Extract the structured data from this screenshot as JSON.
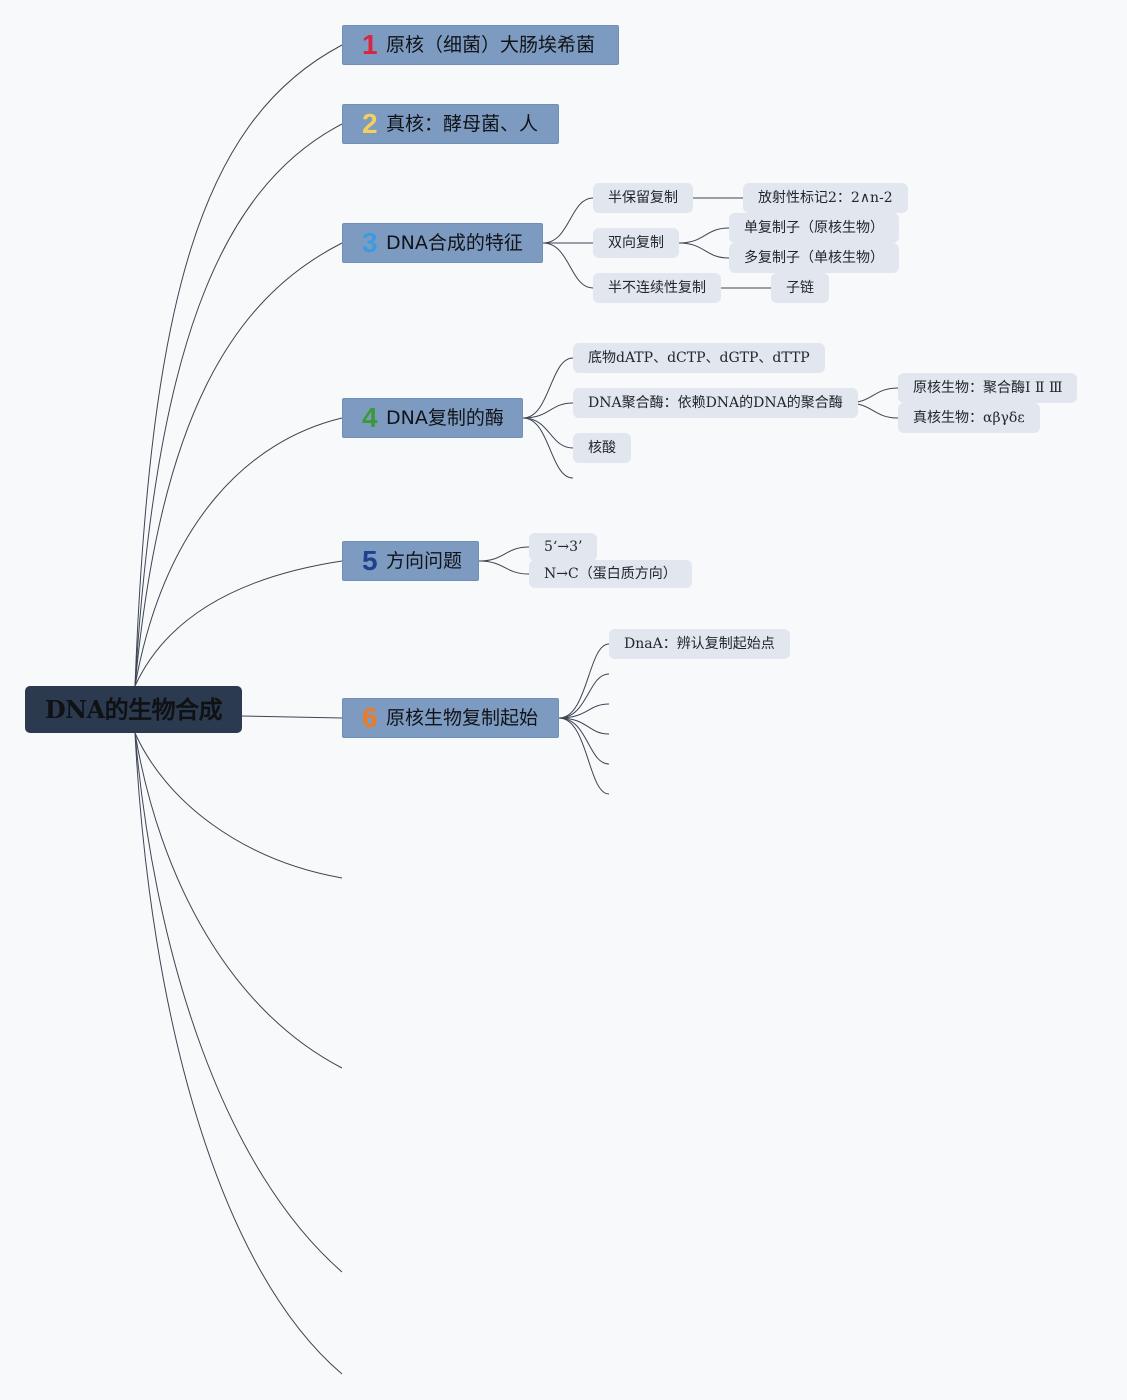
{
  "root": {
    "label": "DNA的生物合成"
  },
  "branches": [
    {
      "number": "1",
      "number_color": "#d7263d",
      "label": "原核（细菌）大肠埃希菌"
    },
    {
      "number": "2",
      "number_color": "#f2d15a",
      "label": "真核：酵母菌、人"
    },
    {
      "number": "3",
      "number_color": "#3d9be0",
      "label": "DNA合成的特征"
    },
    {
      "number": "4",
      "number_color": "#3a9a3a",
      "label": "DNA复制的酶"
    },
    {
      "number": "5",
      "number_color": "#1f3f8f",
      "label": "方向问题"
    },
    {
      "number": "6",
      "number_color": "#f07a22",
      "label": "原核生物复制起始"
    }
  ],
  "features": {
    "semi_conservative": "半保留复制",
    "radioactive_label": "放射性标记2：2∧n-2",
    "bidirectional": "双向复制",
    "single_replicon": "单复制子（原核生物）",
    "multi_replicon": "多复制子（单核生物）",
    "semi_discontinuous": "半不连续性复制",
    "daughter_strand": "子链"
  },
  "enzymes": {
    "substrates": "底物dATP、dCTP、dGTP、dTTP",
    "polymerase": "DNA聚合酶：依赖DNA的DNA的聚合酶",
    "prokaryote_pol": "原核生物：聚合酶Ⅰ Ⅱ Ⅲ",
    "eukaryote_pol": "真核生物：αβγδε",
    "nuclease": "核酸"
  },
  "direction": {
    "dna_direction": "5‘→3’",
    "protein_direction": "N→C（蛋白质方向）"
  },
  "initiation": {
    "dnaa": "DnaA：辨认复制起始点"
  },
  "colors": {
    "background": "#f8f9fb",
    "root_fill": "#2c3a4f",
    "branch_fill": "#7d9bc1",
    "sub_fill": "#e1e6ef",
    "line": "#3d4553"
  }
}
